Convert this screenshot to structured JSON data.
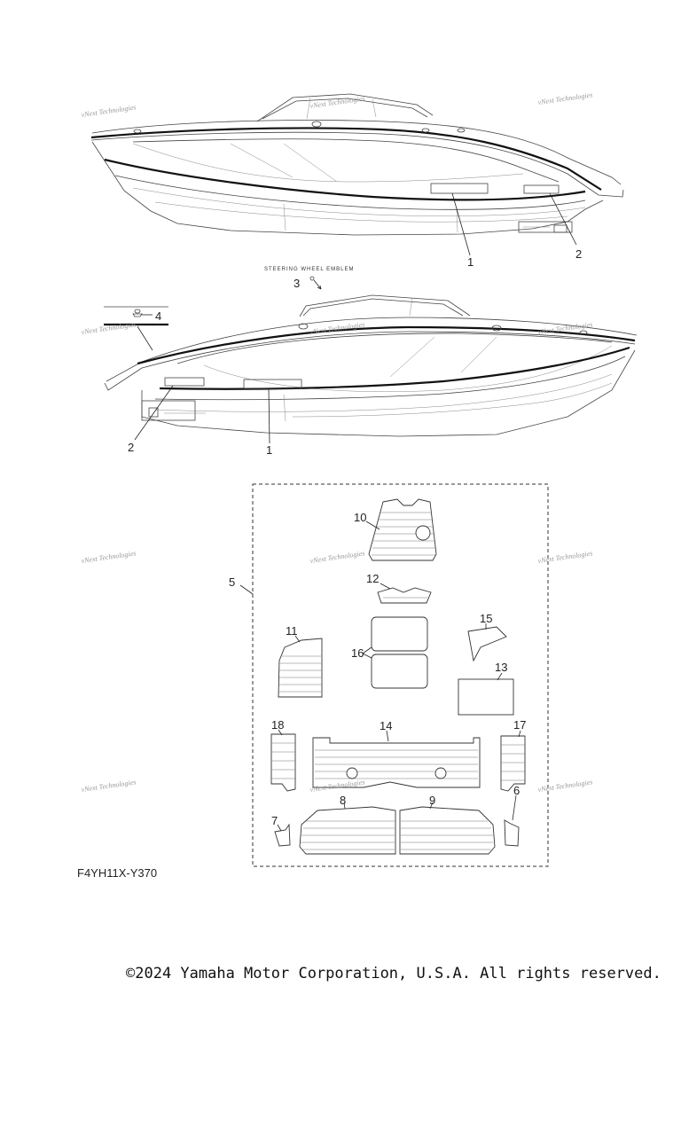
{
  "diagram_code": "F4YH11X-Y370",
  "copyright": "©2024 Yamaha Motor Corporation, U.S.A. All rights reserved.",
  "annotation_steering": "STEERING WHEEL EMBLEM",
  "watermark_text": "vNext Technologies",
  "callouts": {
    "c1a": "1",
    "c2a": "2",
    "c3": "3",
    "c4": "4",
    "c2b": "2",
    "c1b": "1",
    "c5": "5",
    "c10": "10",
    "c12": "12",
    "c11": "11",
    "c15": "15",
    "c16": "16",
    "c13": "13",
    "c18": "18",
    "c14": "14",
    "c17": "17",
    "c8": "8",
    "c9": "9",
    "c7": "7",
    "c6": "6"
  }
}
